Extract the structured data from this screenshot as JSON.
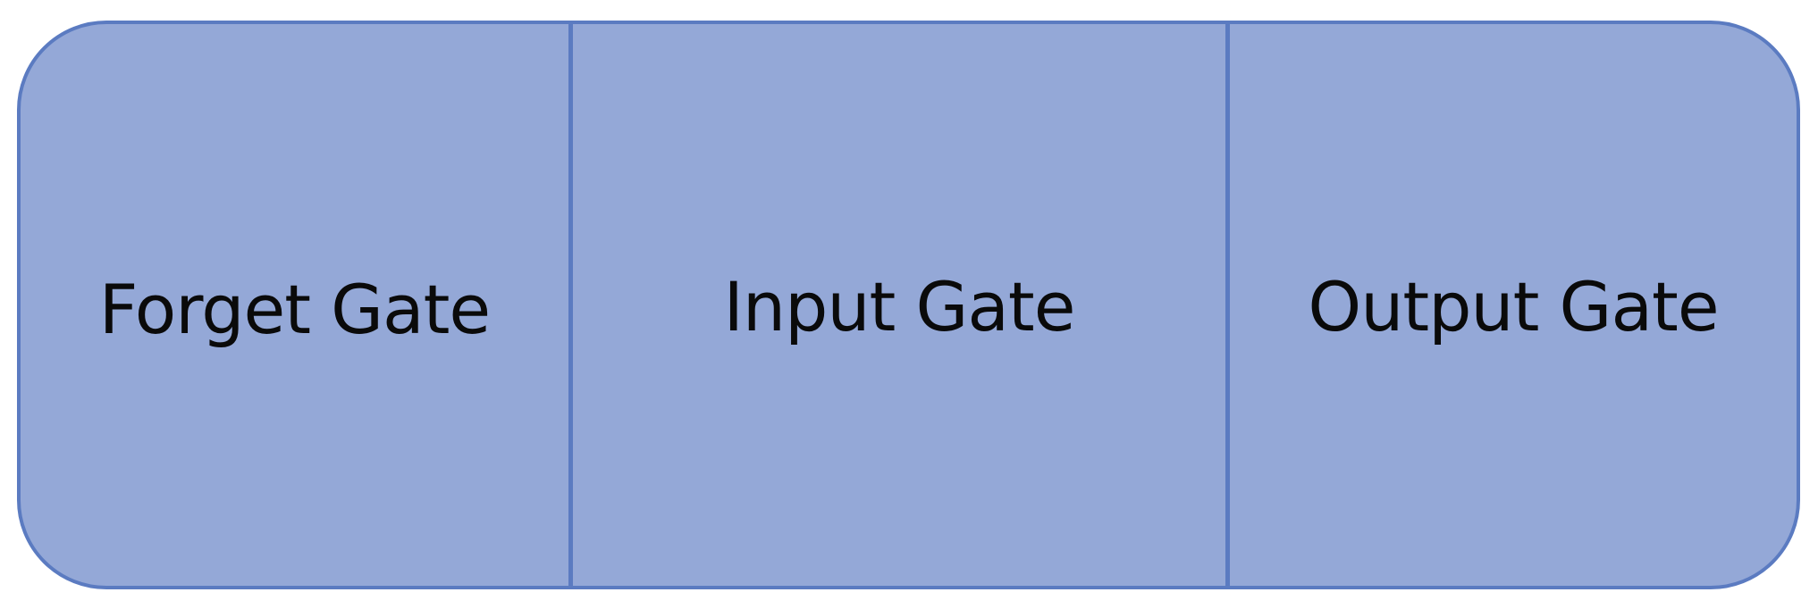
{
  "gates": [
    {
      "label": "Forget Gate"
    },
    {
      "label": "Input Gate"
    },
    {
      "label": "Output Gate"
    }
  ],
  "colors": {
    "fill": "#94a8d7",
    "stroke": "#5b7bc1",
    "text": "#0a0a0a"
  }
}
